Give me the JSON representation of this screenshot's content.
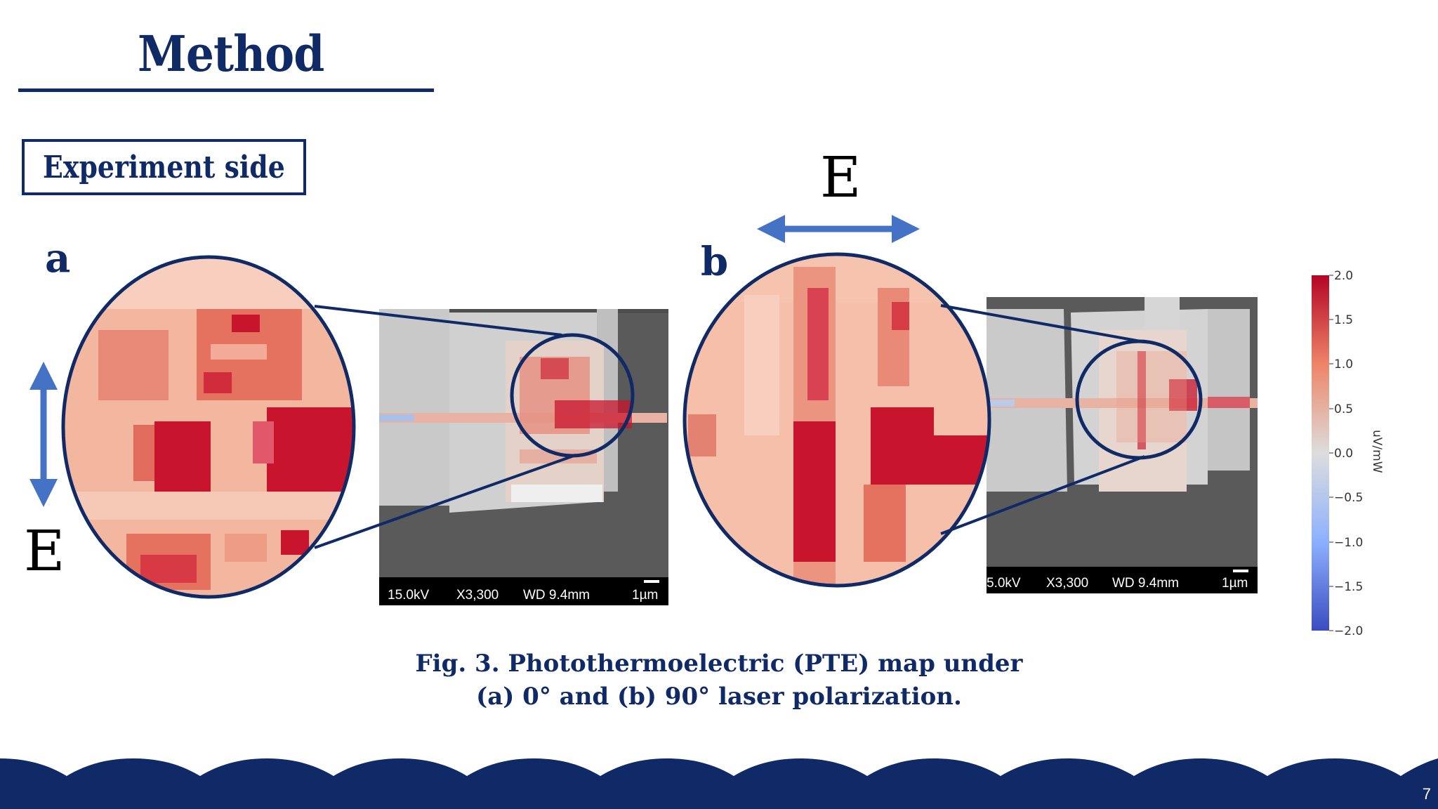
{
  "slide": {
    "title": "Method",
    "subtitle_box": "Experiment side",
    "page_number": "7"
  },
  "panels": {
    "a": {
      "letter": "a",
      "field_label": "E",
      "field_direction": "vertical"
    },
    "b": {
      "letter": "b",
      "field_label": "E",
      "field_direction": "horizontal"
    }
  },
  "sem_bars": {
    "a": {
      "voltage": "15.0kV",
      "magnification": "X3,300",
      "working_distance": "WD 9.4mm",
      "scale": "1µm"
    },
    "b": {
      "voltage": "5.0kV",
      "magnification": "X3,300",
      "working_distance": "WD 9.4mm",
      "scale": "1µm"
    }
  },
  "colorbar": {
    "label": "uV/mW",
    "ticks": [
      "2.0",
      "1.5",
      "1.0",
      "0.5",
      "0.0",
      "−0.5",
      "−1.0",
      "−1.5",
      "−2.0"
    ],
    "min": -2.0,
    "max": 2.0,
    "colors": {
      "high": "#b40426",
      "mid": "#dddddd",
      "low": "#3b4cc0"
    }
  },
  "caption": {
    "line1": "Fig. 3. Photothermoelectric (PTE) map under",
    "line2": "(a) 0° and (b) 90° laser polarization."
  },
  "colors": {
    "navy": "#0f2a66",
    "arrow_blue": "#4472c4",
    "heat_high": "#c8152d",
    "heat_low": "#f6c4ae"
  }
}
